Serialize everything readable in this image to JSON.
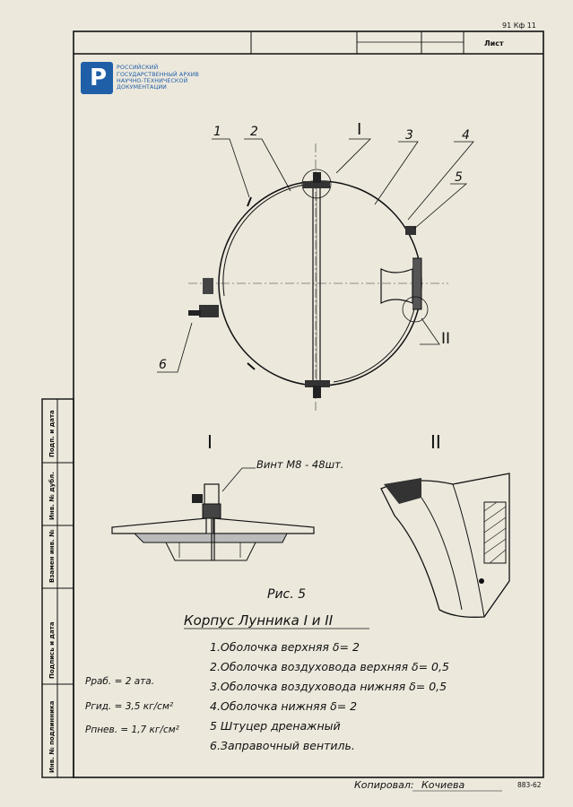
{
  "header": {
    "sheet_code": "91 Кф 11",
    "sheet_label": "Лист"
  },
  "archive_logo": {
    "lines": [
      "РОССИЙСКИЙ",
      "ГОСУДАРСТВЕННЫЙ АРХИВ",
      "НАУЧНО-ТЕХНИЧЕСКОЙ",
      "ДОКУМЕНТАЦИИ"
    ],
    "mark": "Р",
    "color": "#1f5fa8"
  },
  "view_markers": {
    "detail_I": "I",
    "detail_II": "II"
  },
  "callouts": [
    "1",
    "2",
    "3",
    "4",
    "5",
    "6"
  ],
  "details": {
    "detail_I_title": "I",
    "detail_II_title": "II",
    "screw_note": "Винт М8 - 48шт."
  },
  "figure": {
    "number": "Рис. 5",
    "title": "Корпус Лунника I и II"
  },
  "parts": [
    "1.Оболочка верхняя  δ= 2",
    "2.Оболочка воздуховода верхняя  δ= 0,5",
    "3.Оболочка воздуховода нижняя  δ= 0,5",
    "4.Оболочка нижняя  δ= 2",
    "5 Штуцер дренажный",
    "6.Заправочный вентиль."
  ],
  "pressures": [
    "Pраб. = 2 ата.",
    "Pгид. = 3,5 кг/см²",
    "Pпнев. = 1,7 кг/см²"
  ],
  "side_stamp": [
    "Инв. № подлинника",
    "Подпись и дата",
    "Взамен инв. №",
    "Инв. № дубл.",
    "Подп. и дата"
  ],
  "footer": {
    "copied_label": "Копировал:",
    "copied_by": "Кочиева",
    "doc_code": "883-62"
  }
}
